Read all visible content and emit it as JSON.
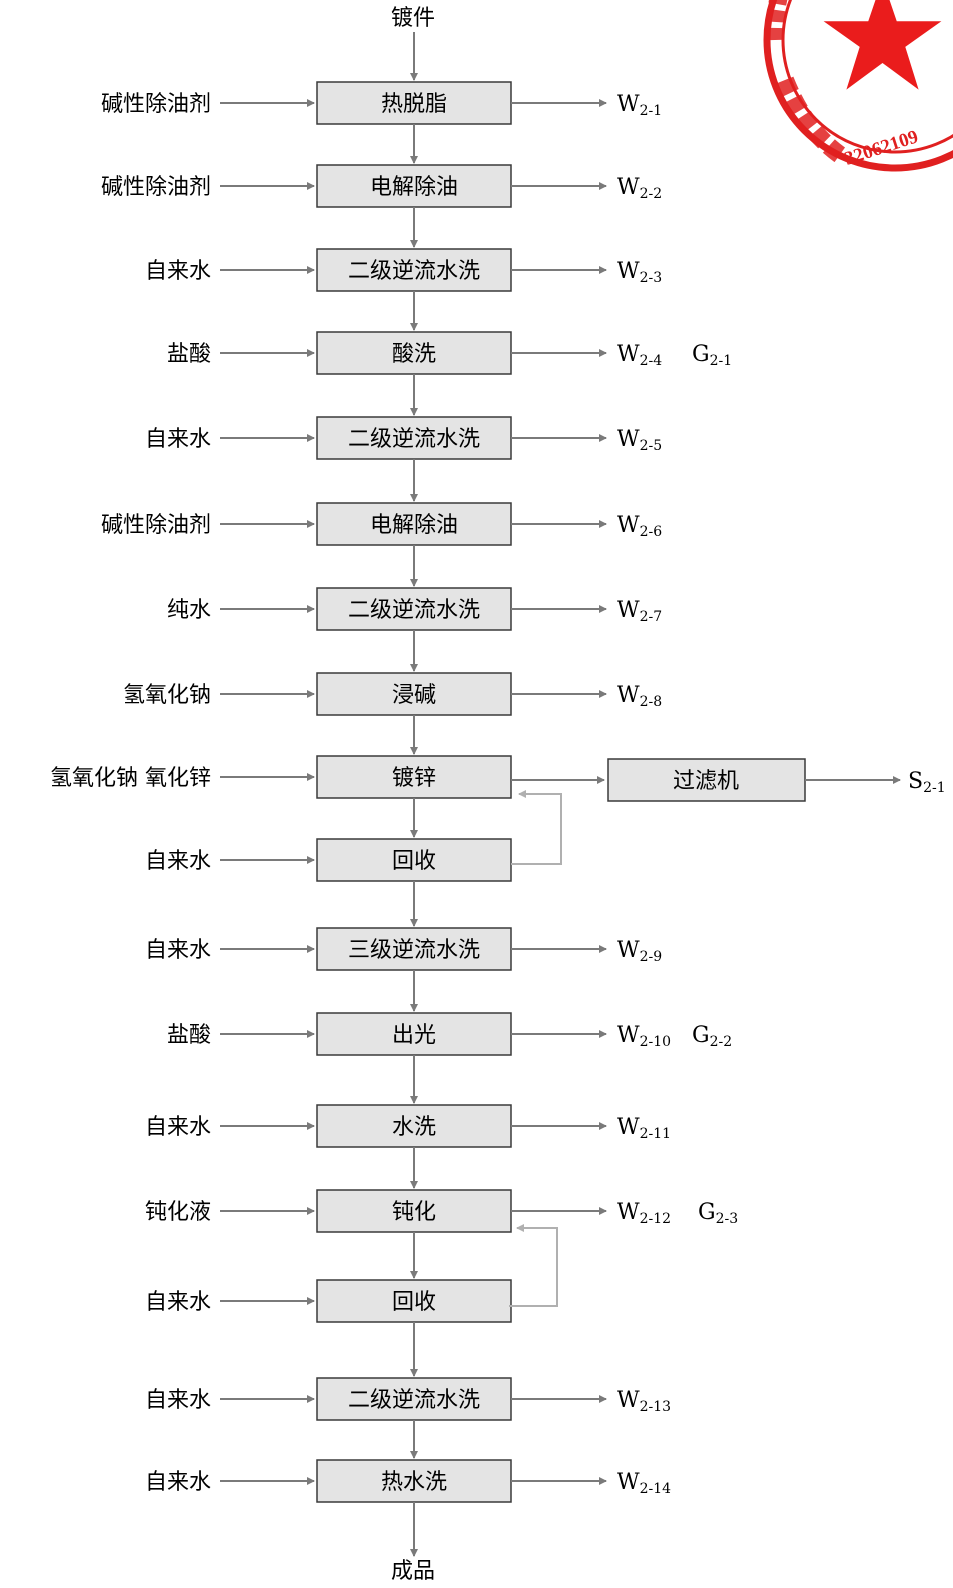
{
  "header": {
    "input_label": "镀件"
  },
  "footer": {
    "output_label": "成品"
  },
  "steps": [
    {
      "process": "热脱脂",
      "input": "碱性除油剂",
      "out": "W",
      "out_sub": "2-1",
      "gas": "",
      "gas_sub": ""
    },
    {
      "process": "电解除油",
      "input": "碱性除油剂",
      "out": "W",
      "out_sub": "2-2",
      "gas": "",
      "gas_sub": ""
    },
    {
      "process": "二级逆流水洗",
      "input": "自来水",
      "out": "W",
      "out_sub": "2-3",
      "gas": "",
      "gas_sub": ""
    },
    {
      "process": "酸洗",
      "input": "盐酸",
      "out": "W",
      "out_sub": "2-4",
      "gas": "G",
      "gas_sub": "2-1"
    },
    {
      "process": "二级逆流水洗",
      "input": "自来水",
      "out": "W",
      "out_sub": "2-5",
      "gas": "",
      "gas_sub": ""
    },
    {
      "process": "电解除油",
      "input": "碱性除油剂",
      "out": "W",
      "out_sub": "2-6",
      "gas": "",
      "gas_sub": ""
    },
    {
      "process": "二级逆流水洗",
      "input": "纯水",
      "out": "W",
      "out_sub": "2-7",
      "gas": "",
      "gas_sub": ""
    },
    {
      "process": "浸碱",
      "input": "氢氧化钠",
      "out": "W",
      "out_sub": "2-8",
      "gas": "",
      "gas_sub": ""
    },
    {
      "process": "镀锌",
      "input": "氢氧化钠 氧化锌",
      "out": "",
      "out_sub": "",
      "gas": "",
      "gas_sub": ""
    },
    {
      "process": "回收",
      "input": "自来水",
      "out": "",
      "out_sub": "",
      "gas": "",
      "gas_sub": ""
    },
    {
      "process": "三级逆流水洗",
      "input": "自来水",
      "out": "W",
      "out_sub": "2-9",
      "gas": "",
      "gas_sub": ""
    },
    {
      "process": "出光",
      "input": "盐酸",
      "out": "W",
      "out_sub": "2-10",
      "gas": "G",
      "gas_sub": "2-2"
    },
    {
      "process": "水洗",
      "input": "自来水",
      "out": "W",
      "out_sub": "2-11",
      "gas": "",
      "gas_sub": ""
    },
    {
      "process": "钝化",
      "input": "钝化液",
      "out": "W",
      "out_sub": "2-12",
      "gas": "G",
      "gas_sub": "2-3"
    },
    {
      "process": "回收",
      "input": "自来水",
      "out": "",
      "out_sub": "",
      "gas": "",
      "gas_sub": ""
    },
    {
      "process": "二级逆流水洗",
      "input": "自来水",
      "out": "W",
      "out_sub": "2-13",
      "gas": "",
      "gas_sub": ""
    },
    {
      "process": "热水洗",
      "input": "自来水",
      "out": "W",
      "out_sub": "2-14",
      "gas": "",
      "gas_sub": ""
    }
  ],
  "filter": {
    "label": "过滤机",
    "out": "S",
    "out_sub": "2-1"
  },
  "stamp": {
    "text": "32062109",
    "color": "#e02020"
  },
  "colors": {
    "box_fill": "#e4e4e4",
    "box_stroke": "#3a3a3a",
    "arrow": "#7a7a7a",
    "recycle": "#b0b0b0"
  }
}
